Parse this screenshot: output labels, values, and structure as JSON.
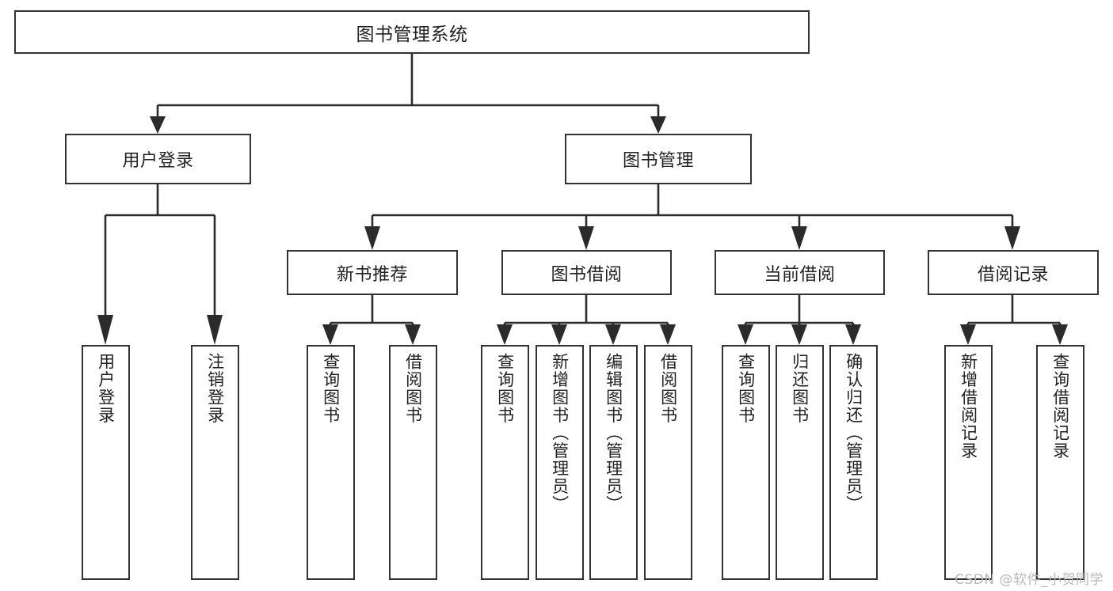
{
  "diagram": {
    "type": "tree",
    "title": "图书管理系统",
    "root": {
      "label": "图书管理系统"
    },
    "level2": [
      {
        "label": "用户登录"
      },
      {
        "label": "图书管理"
      }
    ],
    "level3": [
      {
        "label": "新书推荐"
      },
      {
        "label": "图书借阅"
      },
      {
        "label": "当前借阅"
      },
      {
        "label": "借阅记录"
      }
    ],
    "leaves": {
      "user_login": [
        {
          "label": "用户登录"
        },
        {
          "label": "注销登录"
        }
      ],
      "new_book_recommend": [
        {
          "label": "查询图书"
        },
        {
          "label": "借阅图书"
        }
      ],
      "book_borrow": [
        {
          "label": "查询图书"
        },
        {
          "label": "新增图书（管理员）"
        },
        {
          "label": "编辑图书（管理员）"
        },
        {
          "label": "借阅图书"
        }
      ],
      "current_borrow": [
        {
          "label": "查询图书"
        },
        {
          "label": "归还图书"
        },
        {
          "label": "确认归还（管理员）"
        }
      ],
      "borrow_record": [
        {
          "label": "新增借阅记录"
        },
        {
          "label": "查询借阅记录"
        }
      ]
    }
  },
  "watermark": {
    "text": "CSDN @软件_小贺同学"
  },
  "colors": {
    "box_border": "#333333",
    "line": "#2b2b2b",
    "background": "#ffffff",
    "text": "#222222",
    "watermark": "#b9b9b9"
  }
}
